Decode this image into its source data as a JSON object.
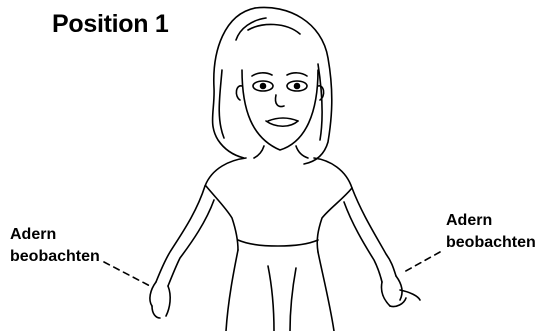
{
  "title": "Position 1",
  "callouts": {
    "left": {
      "line1": "Adern",
      "line2": "beobachten"
    },
    "right": {
      "line1": "Adern",
      "line2": "beobachten"
    }
  },
  "colors": {
    "line": "#000000",
    "background": "#ffffff"
  }
}
